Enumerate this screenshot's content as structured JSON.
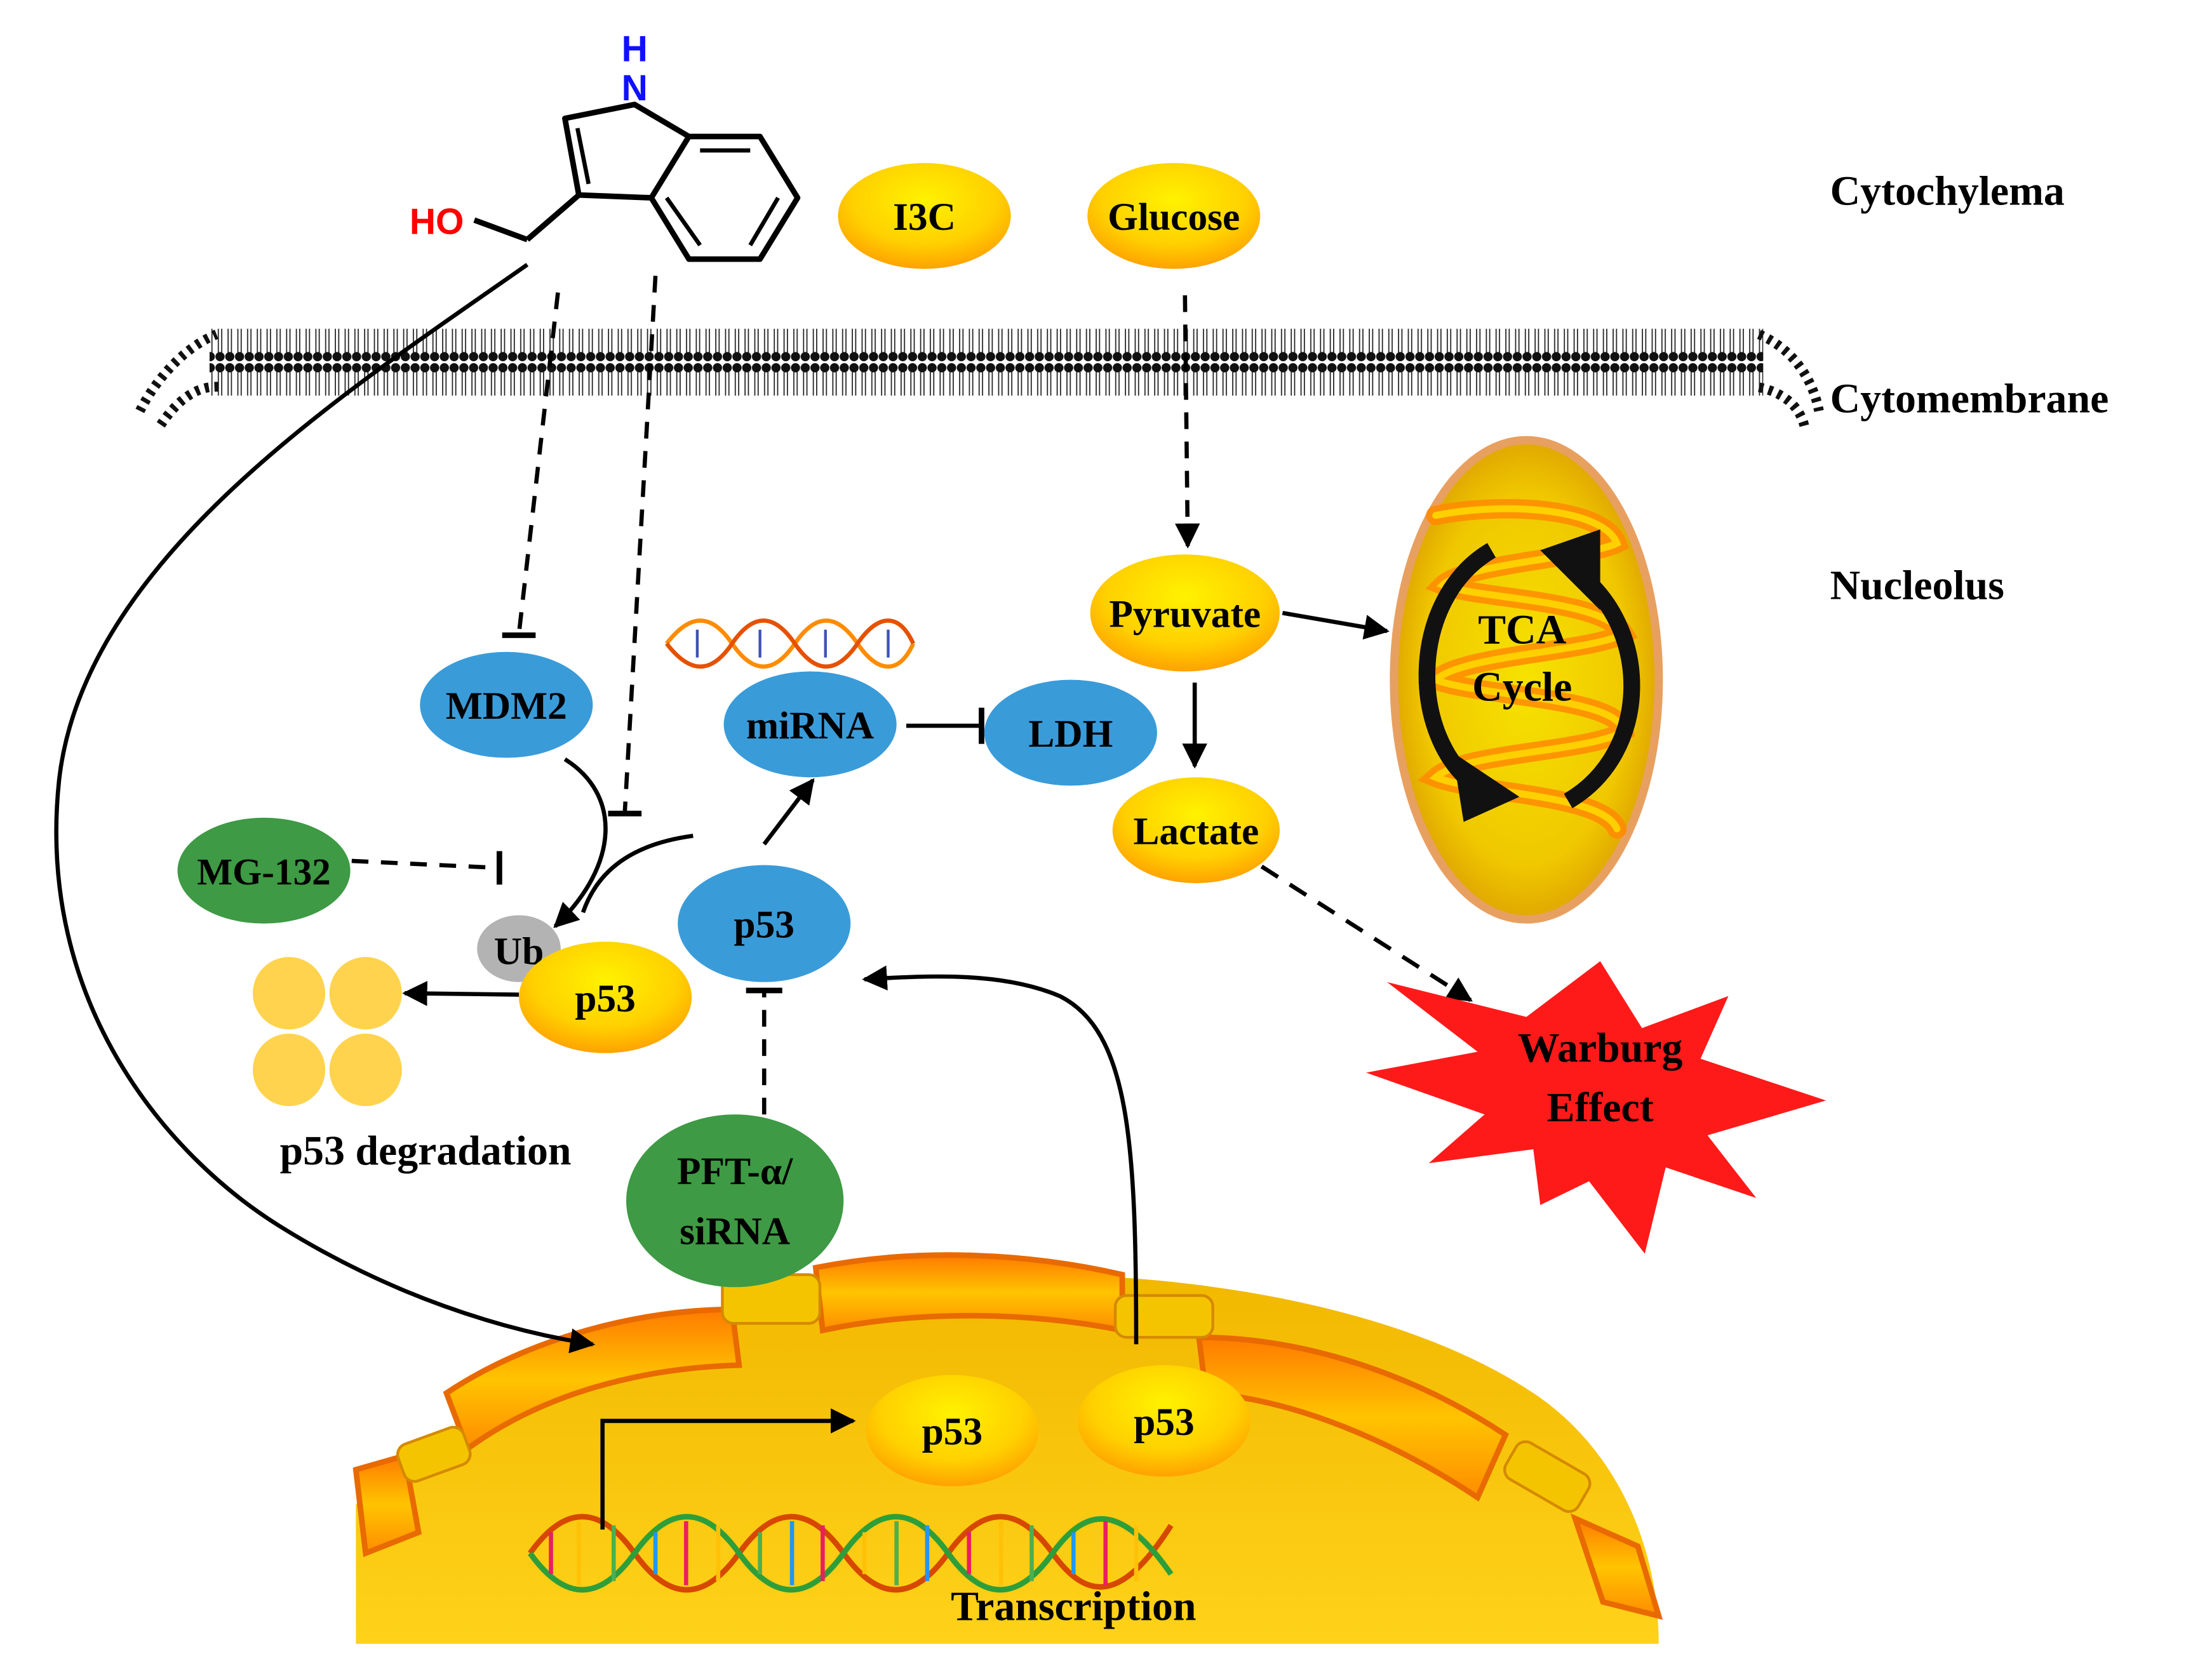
{
  "molecule": {
    "nh_h": "H",
    "nh_n": "N",
    "hydroxyl": "HO"
  },
  "regions": {
    "cytochylema": "Cytochylema",
    "cytomembrane": "Cytomembrane",
    "nucleolus": "Nucleolus"
  },
  "nodes": {
    "i3c": "I3C",
    "glucose": "Glucose",
    "pyruvate": "Pyruvate",
    "lactate": "Lactate",
    "mdm2": "MDM2",
    "mirna": "miRNA",
    "ldh": "LDH",
    "mg132": "MG-132",
    "ub": "Ub",
    "p53_ub": "p53",
    "p53_cyto": "p53",
    "pft_line1": "PFT-α/",
    "pft_line2": "siRNA",
    "p53_nuc1": "p53",
    "p53_nuc2": "p53"
  },
  "labels": {
    "tca_line1": "TCA",
    "tca_line2": "Cycle",
    "warburg_line1": "Warburg",
    "warburg_line2": "Effect",
    "degradation": "p53 degradation",
    "transcription": "Transcription"
  },
  "colors": {
    "blue_node": "#3A9BD9",
    "green_node": "#3E9A44",
    "yellow_node_top": "#FFF200",
    "yellow_node_bottom": "#FFA000",
    "gray_ub": "#B3B3B3",
    "warburg_red": "#FF1A1A",
    "hetero_n": "#1010FF",
    "hetero_o": "#FF0000"
  }
}
